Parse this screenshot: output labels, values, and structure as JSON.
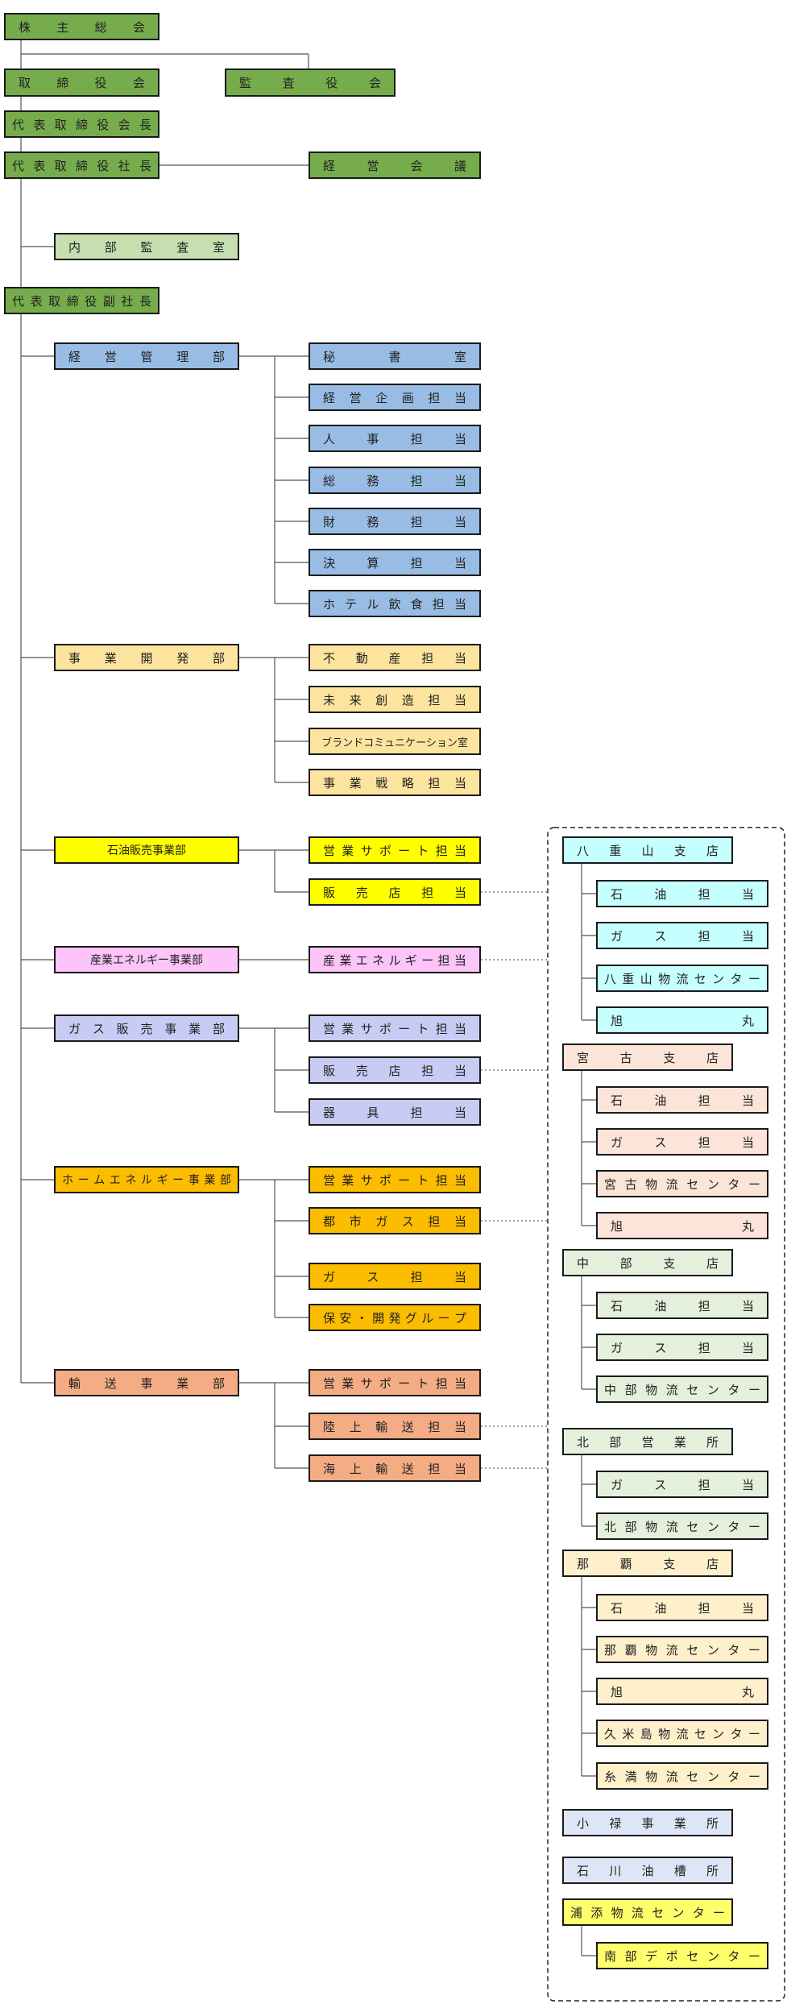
{
  "org": {
    "shareholders": "株主総会",
    "board": "取締役会",
    "auditors": "監査役会",
    "chairman": "代表取締役会長",
    "president": "代表取締役社長",
    "mgmt_council": "経営会議",
    "internal_audit": "内部監査室",
    "vp": "代表取締役副社長",
    "departments": [
      {
        "name": "経営管理部",
        "sections": [
          "秘書室",
          "経営企画担当",
          "人事担当",
          "総務担当",
          "財務担当",
          "決算担当",
          "ホテル飲食担当"
        ]
      },
      {
        "name": "事業開発部",
        "sections": [
          "不動産担当",
          "未来創造担当",
          "ブランドコミュニケーション室",
          "事業戦略担当"
        ]
      },
      {
        "name": "石油販売事業部",
        "sections": [
          "営業サポート担当",
          "販売店担当"
        ]
      },
      {
        "name": "産業エネルギー事業部",
        "sections": [
          "産業エネルギー担当"
        ]
      },
      {
        "name": "ガス販売事業部",
        "sections": [
          "営業サポート担当",
          "販売店担当",
          "器具担当"
        ]
      },
      {
        "name": "ホームエネルギー事業部",
        "sections": [
          "営業サポート担当",
          "都市ガス担当",
          "ガス担当",
          "保安・開発グループ"
        ]
      },
      {
        "name": "輸送事業部",
        "sections": [
          "営業サポート担当",
          "陸上輸送担当",
          "海上輸送担当"
        ]
      }
    ],
    "branches": [
      {
        "name": "八重山支店",
        "units": [
          "石油担当",
          "ガス担当",
          "八重山物流センター",
          "旭丸"
        ]
      },
      {
        "name": "宮古支店",
        "units": [
          "石油担当",
          "ガス担当",
          "宮古物流センター",
          "旭丸"
        ]
      },
      {
        "name": "中部支店",
        "units": [
          "石油担当",
          "ガス担当",
          "中部物流センター"
        ]
      },
      {
        "name": "北部営業所",
        "units": [
          "ガス担当",
          "北部物流センター"
        ]
      },
      {
        "name": "那覇支店",
        "units": [
          "石油担当",
          "那覇物流センター",
          "旭丸",
          "久米島物流センター",
          "糸満物流センター"
        ]
      },
      {
        "name": "小禄事業所",
        "units": []
      },
      {
        "name": "石川油槽所",
        "units": []
      },
      {
        "name": "浦添物流センター",
        "units": [
          "南部デポセンター"
        ]
      }
    ]
  },
  "colors": {
    "top": "#76ac4c",
    "internal_audit": "#c6deb0",
    "departments": [
      "#98bce4",
      "#fde49e",
      "#ffff00",
      "#fcc4f8",
      "#c8ccf4",
      "#fcbc00",
      "#f4ac84"
    ],
    "branches": [
      "#c6ffff",
      "#fce4d8",
      "#e4efdc",
      "#e4efdc",
      "#fff0cc",
      "#dde6f6",
      "#dde6f6",
      "#ffff6c"
    ]
  }
}
